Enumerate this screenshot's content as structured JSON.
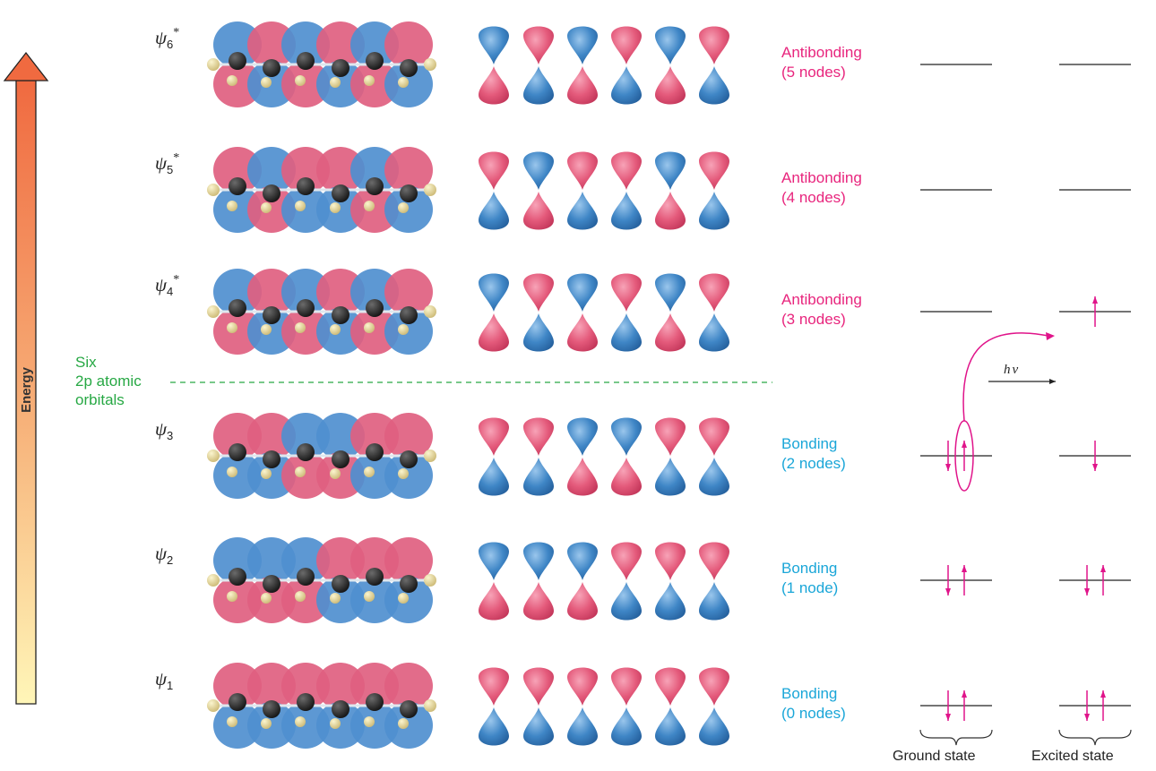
{
  "axis": {
    "energy_label": "Energy"
  },
  "atomic_orbitals_label": [
    "Six",
    "2p atomic",
    "orbitals"
  ],
  "orbitals": [
    {
      "psi": "ψ",
      "index": "6",
      "star": "*",
      "type": "Antibonding",
      "nodes": "(5 nodes)",
      "top": [
        "blue",
        "pink",
        "blue",
        "pink",
        "blue",
        "pink"
      ],
      "ground_electrons": "none",
      "excited_electrons": "none"
    },
    {
      "psi": "ψ",
      "index": "5",
      "star": "*",
      "type": "Antibonding",
      "nodes": "(4 nodes)",
      "top": [
        "pink",
        "blue",
        "pink",
        "pink",
        "blue",
        "pink"
      ],
      "ground_electrons": "none",
      "excited_electrons": "none"
    },
    {
      "psi": "ψ",
      "index": "4",
      "star": "*",
      "type": "Antibonding",
      "nodes": "(3 nodes)",
      "top": [
        "blue",
        "pink",
        "blue",
        "pink",
        "blue",
        "pink"
      ],
      "ground_electrons": "none",
      "excited_electrons": "up"
    },
    {
      "psi": "ψ",
      "index": "3",
      "star": "",
      "type": "Bonding",
      "nodes": "(2 nodes)",
      "top": [
        "pink",
        "pink",
        "blue",
        "blue",
        "pink",
        "pink"
      ],
      "ground_electrons": "pair",
      "excited_electrons": "down"
    },
    {
      "psi": "ψ",
      "index": "2",
      "star": "",
      "type": "Bonding",
      "nodes": "(1 node)",
      "top": [
        "blue",
        "blue",
        "blue",
        "pink",
        "pink",
        "pink"
      ],
      "ground_electrons": "pair",
      "excited_electrons": "pair"
    },
    {
      "psi": "ψ",
      "index": "1",
      "star": "",
      "type": "Bonding",
      "nodes": "(0 nodes)",
      "top": [
        "pink",
        "pink",
        "pink",
        "pink",
        "pink",
        "pink"
      ],
      "ground_electrons": "pair",
      "excited_electrons": "pair"
    }
  ],
  "transition_label": "hν",
  "columns": {
    "ground": "Ground state",
    "excited": "Excited state"
  },
  "colors": {
    "antibonding": "#e8257d",
    "bonding": "#1aa6d8",
    "atomic": "#27a844",
    "electron": "#e0148a",
    "lobe_pink": "#e45a7b",
    "lobe_blue": "#3f86c6"
  }
}
